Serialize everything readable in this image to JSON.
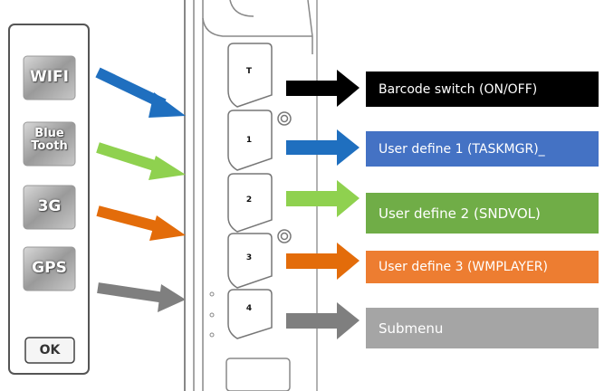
{
  "side_panel": {
    "buttons": [
      {
        "label": "WIFI"
      },
      {
        "label_line1": "Blue",
        "label_line2": "Tooth"
      },
      {
        "label": "3G"
      },
      {
        "label": "GPS"
      }
    ],
    "ok_label": "OK"
  },
  "device": {
    "keys": [
      "T",
      "1",
      "2",
      "3",
      "4"
    ]
  },
  "captions": [
    {
      "text": "Barcode switch (ON/OFF)",
      "color": "#000000"
    },
    {
      "text": "User define 1 (TASKMGR)_",
      "color": "#4472c4"
    },
    {
      "text": "User define 2 (SNDVOL)",
      "color": "#70ad47"
    },
    {
      "text": "User define 3 (WMPLAYER)",
      "color": "#ed7d31"
    },
    {
      "text": "Submenu",
      "color": "#a5a5a5"
    }
  ],
  "arrow_colors": {
    "blue": "#1f6fbf",
    "green": "#8fd14f",
    "orange": "#e36c0a",
    "gray": "#7f7f7f",
    "black": "#000000"
  }
}
